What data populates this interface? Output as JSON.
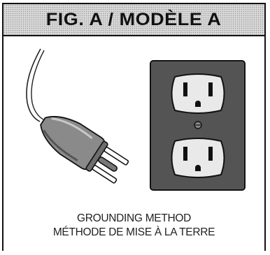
{
  "figure": {
    "title": "FIG. A / MODÈLE A",
    "caption_en": "GROUNDING METHOD",
    "caption_fr": "MÉTHODE DE MISE À LA TERRE"
  },
  "illustration": {
    "left_item": "three-prong-plug-icon",
    "right_item": "duplex-grounded-outlet-icon"
  }
}
